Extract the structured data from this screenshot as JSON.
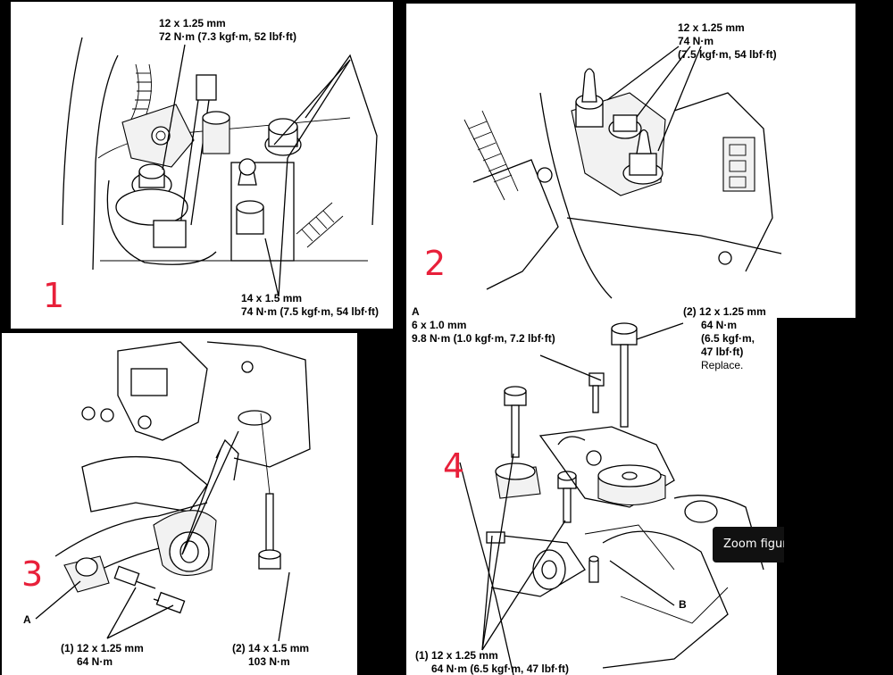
{
  "panels": [
    {
      "number": "1",
      "callout_top": {
        "line1": "12 x 1.25 mm",
        "line2": "72 N·m (7.3 kgf·m, 52 lbf·ft)"
      },
      "callout_bottom": {
        "line1": "14 x 1.5 mm",
        "line2": "74 N·m (7.5 kgf·m, 54 lbf·ft)"
      }
    },
    {
      "number": "2",
      "callout": {
        "line1": "12 x 1.25 mm",
        "line2": "74 N·m",
        "line3": "(7.5 kgf·m, 54 lbf·ft)"
      }
    },
    {
      "number": "3",
      "label_a": "A",
      "callout_1": {
        "index": "(1)",
        "line1": "12 x 1.25 mm",
        "line2": "64 N·m"
      },
      "callout_2": {
        "index": "(2)",
        "line1": "14 x 1.5 mm",
        "line2": "103 N·m"
      }
    },
    {
      "number": "4",
      "callout_a": {
        "label": "A",
        "line1": "6 x 1.0 mm",
        "line2": "9.8 N·m (1.0 kgf·m, 7.2 lbf·ft)"
      },
      "callout_2": {
        "index": "(2)",
        "line1": "12 x 1.25 mm",
        "line2": "64 N·m",
        "line3": "(6.5 kgf·m,",
        "line4": "47 lbf·ft)",
        "line5": "Replace."
      },
      "callout_1": {
        "index": "(1)",
        "line1": "12 x 1.25 mm",
        "line2": "64 N·m (6.5 kgf·m, 47 lbf·ft)"
      },
      "label_b": "B"
    }
  ],
  "zoom_button": {
    "label": "Zoom figure"
  },
  "colors": {
    "panel_number": "#e8203a",
    "background": "#000000",
    "panel": "#ffffff"
  }
}
